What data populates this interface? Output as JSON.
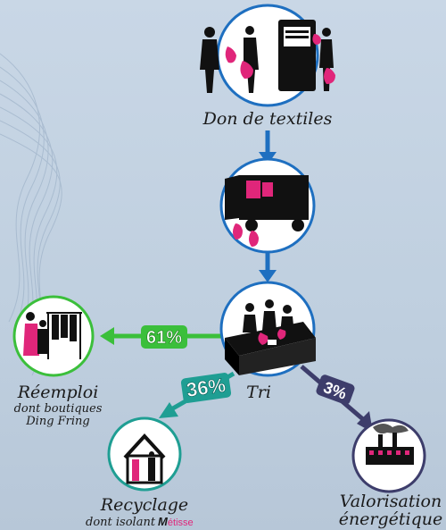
{
  "steps": {
    "don": {
      "label": "Don de textiles"
    },
    "tri": {
      "label": "Tri"
    },
    "reemploi": {
      "label": "Réemploi",
      "sub1": "dont boutiques",
      "sub2": "Ding Fring"
    },
    "recyclage": {
      "label": "Recyclage",
      "sub": "dont isolant",
      "brand_m": "M",
      "brand_rest": "étisse"
    },
    "valorisation": {
      "label1": "Valorisation",
      "label2": "énergétique"
    }
  },
  "percentages": {
    "reemploi": "61%",
    "recyclage": "36%",
    "valorisation": "3%"
  },
  "colors": {
    "blue": "#1e6fc0",
    "green": "#3bbf3b",
    "teal": "#1f9e93",
    "purple": "#3d3d6b",
    "magenta": "#e0267a",
    "circle_border_blue": "#1e6fc0",
    "circle_border_green": "#3bbf3b",
    "circle_border_teal": "#1f9e93",
    "circle_border_purple": "#3d3d6b"
  }
}
